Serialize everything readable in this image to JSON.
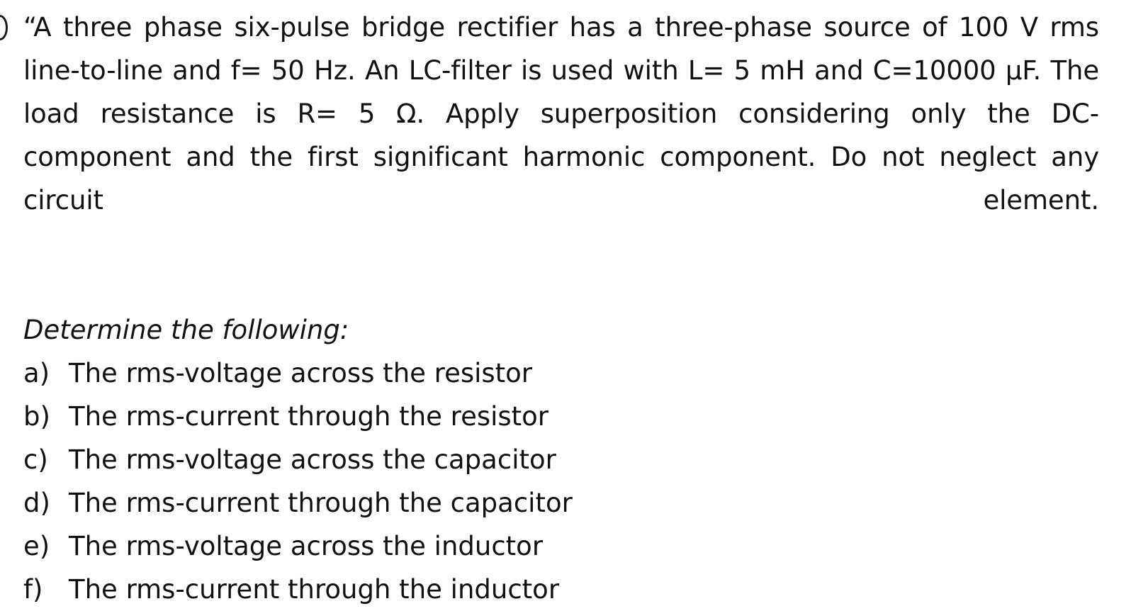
{
  "document": {
    "bullet_marker": "list-bullet-cut-off",
    "problem_statement": "“A three phase six-pulse bridge rectifier has a three-phase source of 100 V rms line-to-line and f= 50 Hz. An LC-filter is used with L= 5 mH and C=10000 μF. The load resistance is R= 5 Ω. Apply superposition considering only the DC-component and the first significant harmonic component. Do not neglect any circuit element.",
    "instruction_heading": "Determine the following:",
    "questions": [
      {
        "marker": "a)",
        "text": "The rms-voltage across the resistor"
      },
      {
        "marker": "b)",
        "text": "The rms-current through the resistor"
      },
      {
        "marker": "c)",
        "text": "The rms-voltage across the capacitor"
      },
      {
        "marker": "d)",
        "text": "The rms-current through the capacitor"
      },
      {
        "marker": "e)",
        "text": "The rms-voltage across the inductor"
      },
      {
        "marker": "f)",
        "text": "The rms-current through the inductor"
      }
    ],
    "parameters": {
      "source_voltage": "100 V rms line-to-line",
      "frequency": "50 Hz",
      "inductance": "5 mH",
      "capacitance": "10000 μF",
      "resistance": "5 Ω",
      "rectifier_type": "three phase six-pulse bridge rectifier",
      "filter_type": "LC-filter"
    },
    "colors": {
      "background": "#ffffff",
      "text": "#111111"
    }
  }
}
